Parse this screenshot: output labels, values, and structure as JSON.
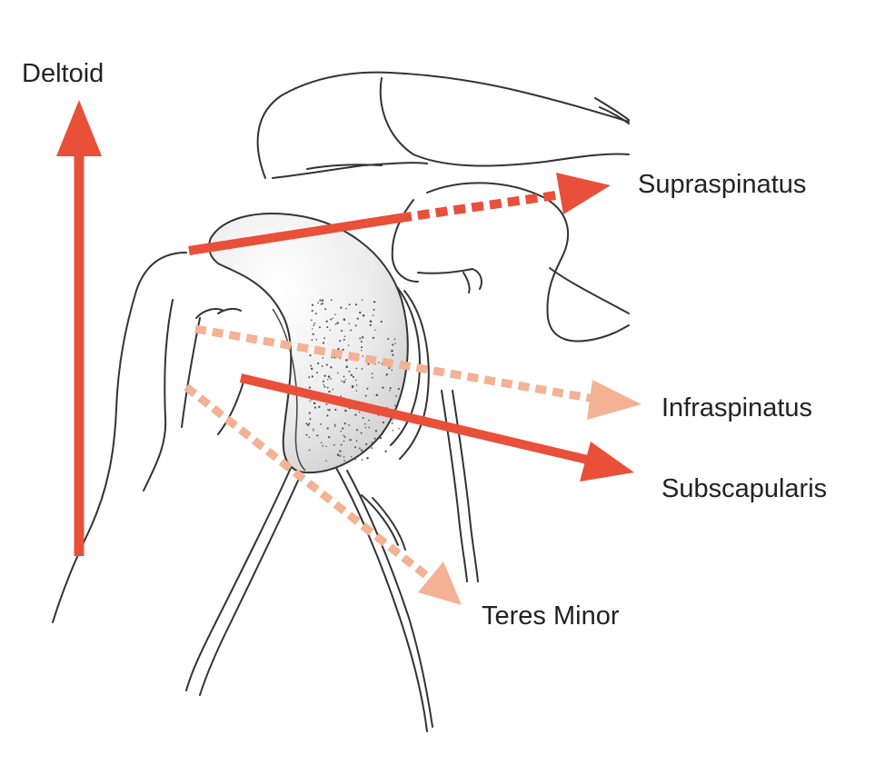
{
  "labels": {
    "deltoid": "Deltoid",
    "supraspinatus": "Supraspinatus",
    "infraspinatus": "Infraspinatus",
    "subscapularis": "Subscapularis",
    "teres_minor": "Teres Minor"
  },
  "colors": {
    "solid_arrow": "#e8503a",
    "dotted_dark_arrow": "#e8503a",
    "dotted_light_arrow": "#f3b294",
    "outline": "#333333",
    "humeral_head_fill": "#e9e9e9",
    "shading_dots": "#555555"
  },
  "arrows": [
    {
      "name": "deltoid",
      "style": "solid",
      "direction": "up"
    },
    {
      "name": "supraspinatus",
      "style": "solid-then-dotted",
      "direction": "right"
    },
    {
      "name": "infraspinatus",
      "style": "dotted-light",
      "direction": "right"
    },
    {
      "name": "subscapularis",
      "style": "solid",
      "direction": "right-down"
    },
    {
      "name": "teres_minor",
      "style": "dotted-light",
      "direction": "down-right"
    }
  ]
}
